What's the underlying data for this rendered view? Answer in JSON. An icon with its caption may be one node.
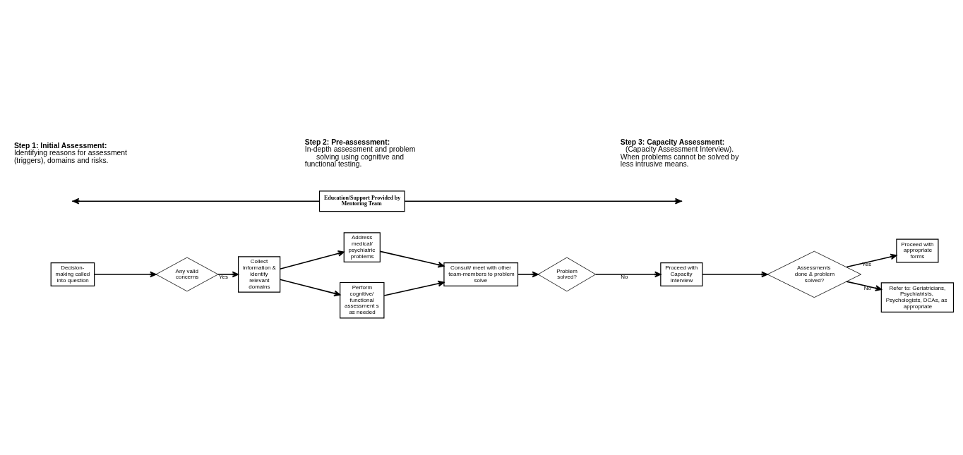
{
  "diagram": {
    "nodes": [
      {
        "text": [
          "Decision-making called into question"
        ]
      },
      {
        "text": [
          "Any valid concerns"
        ]
      },
      {
        "text": [
          "Collect information & identify relevant domains"
        ]
      },
      {
        "text": [
          "Address medical/ psychiatric problems"
        ]
      },
      {
        "text": [
          "Perform cognitive/ functional assessment s as needed"
        ]
      },
      {
        "text": [
          "Consult/ meet with other team-members to problem solve"
        ]
      },
      {
        "text": [
          "Problem solved?"
        ]
      },
      {
        "text": [
          "Proceed with Capacity Interview"
        ]
      },
      {
        "text": [
          "Assessments done & problem solved?"
        ]
      },
      {
        "text": [
          "Proceed with appropriate forms"
        ]
      },
      {
        "text": [
          "Refer to: Geriatricians, Psychiatrists, Psychologists, DCAs, as appropriate"
        ]
      },
      {
        "text": [
          "Education/Support Provided by Mentoring Team"
        ]
      }
    ],
    "edges": [
      {
        "from": 0,
        "to": 1,
        "arrow": "to"
      },
      {
        "from": 1,
        "to": 2,
        "arrow": "to",
        "label": "Yes"
      },
      {
        "from": 2,
        "to": 3,
        "arrow": "to"
      },
      {
        "from": 2,
        "to": 4,
        "arrow": "to"
      },
      {
        "from": 3,
        "to": 5,
        "arrow": "to"
      },
      {
        "from": 4,
        "to": 5,
        "arrow": "to"
      },
      {
        "from": 5,
        "to": 6,
        "arrow": "to"
      },
      {
        "from": 6,
        "to": 7,
        "arrow": "to",
        "label": "No"
      },
      {
        "from": 7,
        "to": 8,
        "arrow": "to"
      },
      {
        "from": 8,
        "to": 9,
        "arrow": "to",
        "label": "Yes"
      },
      {
        "from": 8,
        "to": 10,
        "arrow": "to",
        "label": "No"
      },
      {
        "from": 11,
        "to": null,
        "arrow": "to"
      },
      {
        "from": 11,
        "to": null,
        "arrow": "to"
      }
    ],
    "labels": [
      "Step 1: Initial Assessment:",
      "Identifying reasons for assessment (triggers), domains and risks.",
      "Step 2: Pre-assessment:",
      "In-depth assessment and problem solving using cognitive and functional testing.",
      "Step 3: Capacity Assessment:",
      "(Capacity Assessment Interview). When problems cannot be solved by less intrusive means."
    ]
  }
}
